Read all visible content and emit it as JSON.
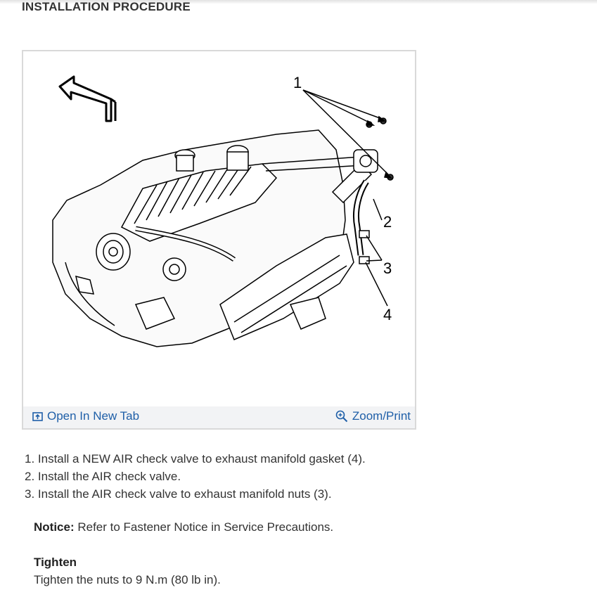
{
  "section": {
    "title": "INSTALLATION PROCEDURE"
  },
  "figure": {
    "callouts": [
      "1",
      "2",
      "3",
      "4"
    ],
    "open_tab_label": "Open In New Tab",
    "open_tab_icon": "open-new-tab-icon",
    "zoom_label": "Zoom/Print",
    "zoom_icon": "zoom-in-icon",
    "link_color": "#1f5fa8"
  },
  "steps": [
    "1. Install a NEW AIR check valve to exhaust manifold gasket (4).",
    "2. Install the AIR check valve.",
    "3. Install the AIR check valve to exhaust manifold nuts (3)."
  ],
  "notice": {
    "label": "Notice:",
    "text": " Refer to Fastener Notice in Service Precautions."
  },
  "tighten": {
    "title": "Tighten",
    "text": "Tighten the nuts to 9 N.m (80 lb in)."
  }
}
